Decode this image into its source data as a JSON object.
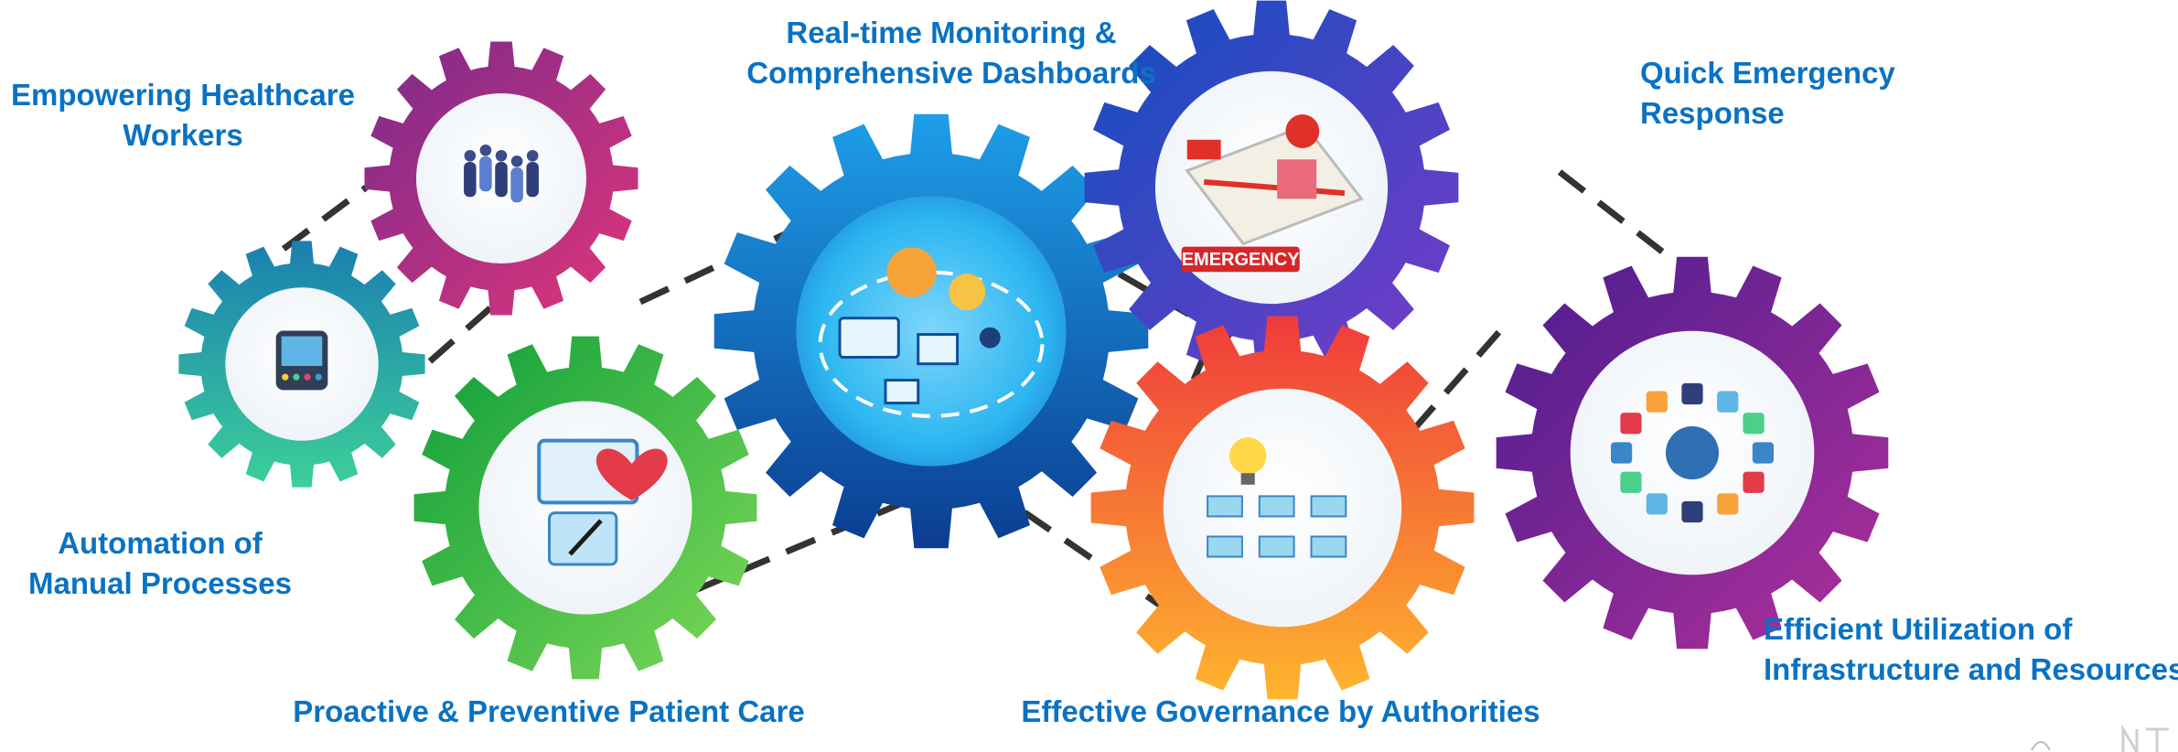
{
  "labels": {
    "empowering": [
      "Empowering Healthcare",
      "Workers"
    ],
    "realtime": [
      "Real-time Monitoring &",
      "Comprehensive Dashboards"
    ],
    "emergency": [
      "Quick Emergency",
      "Response"
    ],
    "automation": [
      "Automation of",
      "Manual Processes"
    ],
    "proactive": [
      "Proactive & Preventive Patient Care"
    ],
    "governance": [
      "Effective Governance by Authorities"
    ],
    "infrastructure": [
      "Efficient Utilization of",
      "Infrastructure and Resources"
    ]
  },
  "badge": {
    "emergency": "EMERGENCY"
  },
  "icons": [
    "healthcare-workers-icon",
    "automation-device-icon",
    "patient-care-dashboard-icon",
    "monitoring-cloud-icon",
    "emergency-map-icon",
    "governance-network-icon",
    "infrastructure-resources-icon"
  ],
  "colors": {
    "label_text": "#0a72c2",
    "gear_magenta": [
      "#7a2a8c",
      "#e0357a"
    ],
    "gear_teal": [
      "#1a7fb0",
      "#3ccf9a"
    ],
    "gear_green": [
      "#0e9e3a",
      "#7ed957"
    ],
    "gear_blue": [
      "#0b3d91",
      "#1e9ee8"
    ],
    "gear_royal": [
      "#0f4fbf",
      "#7a3ac8"
    ],
    "gear_orange": [
      "#ef3b3b",
      "#ffb52e"
    ],
    "gear_purple": [
      "#4a1d8f",
      "#b0309a"
    ],
    "connector": "#333333",
    "emergency_badge": "#d7262a"
  }
}
